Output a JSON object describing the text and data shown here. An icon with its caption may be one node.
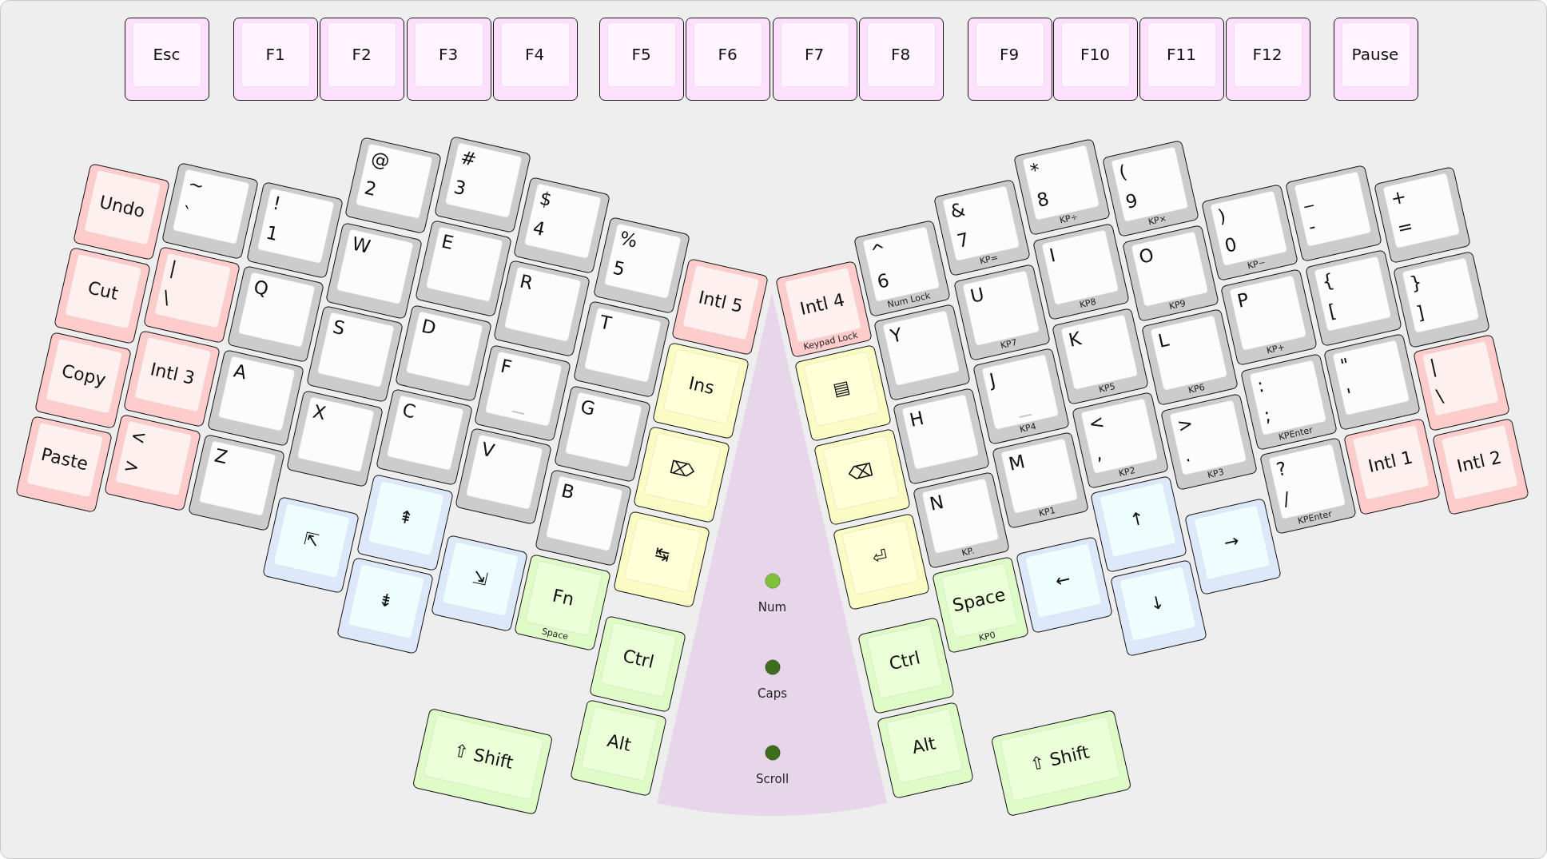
{
  "diagram": {
    "nodes": [
      {
        "text": [
          "Esc"
        ]
      },
      {
        "text": [
          "F1"
        ]
      },
      {
        "text": [
          "F2"
        ]
      },
      {
        "text": [
          "F3"
        ]
      },
      {
        "text": [
          "F4"
        ]
      },
      {
        "text": [
          "F5"
        ]
      },
      {
        "text": [
          "F6"
        ]
      },
      {
        "text": [
          "F7"
        ]
      },
      {
        "text": [
          "F8"
        ]
      },
      {
        "text": [
          "F9"
        ]
      },
      {
        "text": [
          "F10"
        ]
      },
      {
        "text": [
          "F11"
        ]
      },
      {
        "text": [
          "F12"
        ]
      },
      {
        "text": [
          "Pause"
        ]
      },
      {
        "text": [
          "Undo"
        ]
      },
      {
        "text": [
          "~",
          "`"
        ]
      },
      {
        "text": [
          "!",
          "1"
        ]
      },
      {
        "text": [
          "@",
          "2"
        ]
      },
      {
        "text": [
          "#",
          "3"
        ]
      },
      {
        "text": [
          "$",
          "4"
        ]
      },
      {
        "text": [
          "%",
          "5"
        ]
      },
      {
        "text": [
          "Intl 5"
        ]
      },
      {
        "text": [
          "Cut"
        ]
      },
      {
        "text": [
          "|",
          "\\"
        ]
      },
      {
        "text": [
          "Q"
        ]
      },
      {
        "text": [
          "W"
        ]
      },
      {
        "text": [
          "E"
        ]
      },
      {
        "text": [
          "R"
        ]
      },
      {
        "text": [
          "T"
        ]
      },
      {
        "text": [
          "Ins"
        ]
      },
      {
        "text": [
          "Copy"
        ]
      },
      {
        "text": [
          "Intl 3"
        ]
      },
      {
        "text": [
          "A"
        ]
      },
      {
        "text": [
          "S"
        ]
      },
      {
        "text": [
          "D"
        ]
      },
      {
        "text": [
          "F"
        ]
      },
      {
        "text": [
          "G"
        ]
      },
      {
        "text": [
          "⌦"
        ]
      },
      {
        "text": [
          "Paste"
        ]
      },
      {
        "text": [
          "<",
          ">"
        ]
      },
      {
        "text": [
          "Z"
        ]
      },
      {
        "text": [
          "X"
        ]
      },
      {
        "text": [
          "C"
        ]
      },
      {
        "text": [
          "V"
        ]
      },
      {
        "text": [
          "B"
        ]
      },
      {
        "text": [
          "↹"
        ]
      },
      {
        "text": [
          "⇱"
        ]
      },
      {
        "text": [
          "⇞"
        ]
      },
      {
        "text": [
          "⇟"
        ]
      },
      {
        "text": [
          "⇲"
        ]
      },
      {
        "text": [
          "Fn",
          "Space"
        ]
      },
      {
        "text": [
          "Ctrl"
        ]
      },
      {
        "text": [
          "⇧ Shift"
        ]
      },
      {
        "text": [
          "Alt"
        ]
      },
      {
        "text": [
          "Num",
          "Caps",
          "Scroll"
        ]
      },
      {
        "text": [
          "Intl 4",
          "Keypad Lock"
        ]
      },
      {
        "text": [
          "^",
          "6",
          "Num Lock"
        ]
      },
      {
        "text": [
          "&",
          "7",
          "KP="
        ]
      },
      {
        "text": [
          "*",
          "8",
          "KP÷"
        ]
      },
      {
        "text": [
          "(",
          "9",
          "KP×"
        ]
      },
      {
        "text": [
          ")",
          "0",
          "KP−"
        ]
      },
      {
        "text": [
          "_",
          "-"
        ]
      },
      {
        "text": [
          "+",
          "="
        ]
      },
      {
        "text": [
          "▤"
        ]
      },
      {
        "text": [
          "Y"
        ]
      },
      {
        "text": [
          "U",
          "KP7"
        ]
      },
      {
        "text": [
          "I",
          "KP8"
        ]
      },
      {
        "text": [
          "O",
          "KP9"
        ]
      },
      {
        "text": [
          "P",
          "KP+"
        ]
      },
      {
        "text": [
          "{",
          "["
        ]
      },
      {
        "text": [
          "}",
          "]"
        ]
      },
      {
        "text": [
          "⌫"
        ]
      },
      {
        "text": [
          "H"
        ]
      },
      {
        "text": [
          "J",
          "KP4"
        ]
      },
      {
        "text": [
          "K",
          "KP5"
        ]
      },
      {
        "text": [
          "L",
          "KP6"
        ]
      },
      {
        "text": [
          ":",
          ";",
          "KPEnter"
        ]
      },
      {
        "text": [
          "\"",
          "'"
        ]
      },
      {
        "text": [
          "|",
          "\\"
        ]
      },
      {
        "text": [
          "⏎"
        ]
      },
      {
        "text": [
          "N",
          "KP."
        ]
      },
      {
        "text": [
          "M",
          "KP1"
        ]
      },
      {
        "text": [
          "<",
          ",",
          "KP2"
        ]
      },
      {
        "text": [
          ">",
          ".",
          "KP3"
        ]
      },
      {
        "text": [
          "?",
          "/",
          "KPEnter"
        ]
      },
      {
        "text": [
          "Intl 1"
        ]
      },
      {
        "text": [
          "Intl 2"
        ]
      },
      {
        "text": [
          "Space",
          "KP0"
        ]
      },
      {
        "text": [
          "←"
        ]
      },
      {
        "text": [
          "↑"
        ]
      },
      {
        "text": [
          "↓"
        ]
      },
      {
        "text": [
          "→"
        ]
      },
      {
        "text": [
          "Ctrl"
        ]
      },
      {
        "text": [
          "Alt"
        ]
      },
      {
        "text": [
          "⇧ Shift"
        ]
      }
    ]
  }
}
